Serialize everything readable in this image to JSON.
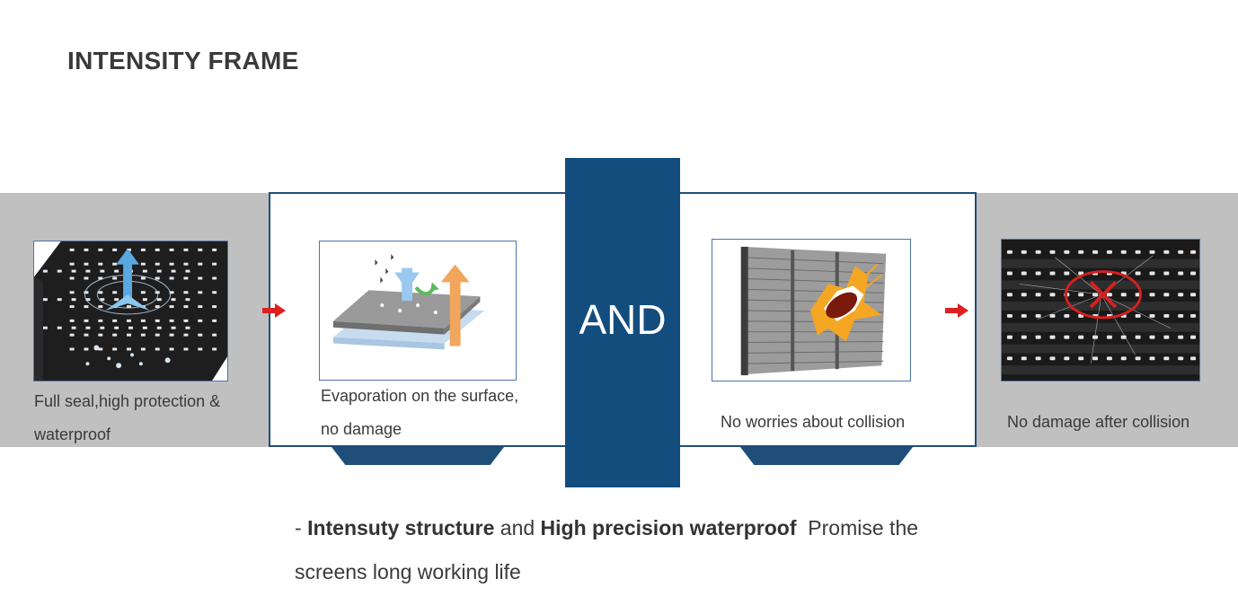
{
  "title": "INTENSITY FRAME",
  "and_label": "AND",
  "panels": [
    {
      "caption_line1": "Full seal,high protection &",
      "caption_line2": "waterproof",
      "image": "led-module-waterproof-image"
    },
    {
      "caption_line1": "Evaporation on the surface,",
      "caption_line2": "no damage",
      "image": "evaporation-layers-image"
    },
    {
      "caption_line1": "No worries about collision",
      "image": "collision-frame-image"
    },
    {
      "caption_line1": "No damage after collision",
      "image": "led-module-no-damage-image"
    }
  ],
  "bottom": {
    "prefix": "- ",
    "bold1": "Intensuty structure",
    "mid": " and ",
    "bold2": "High precision waterproof",
    "rest": "  Promise the screens long working life"
  },
  "colors": {
    "accent": "#134d7e",
    "band": "#c0c0c0",
    "arrow": "#e02020",
    "frame": "#4a73b0"
  }
}
